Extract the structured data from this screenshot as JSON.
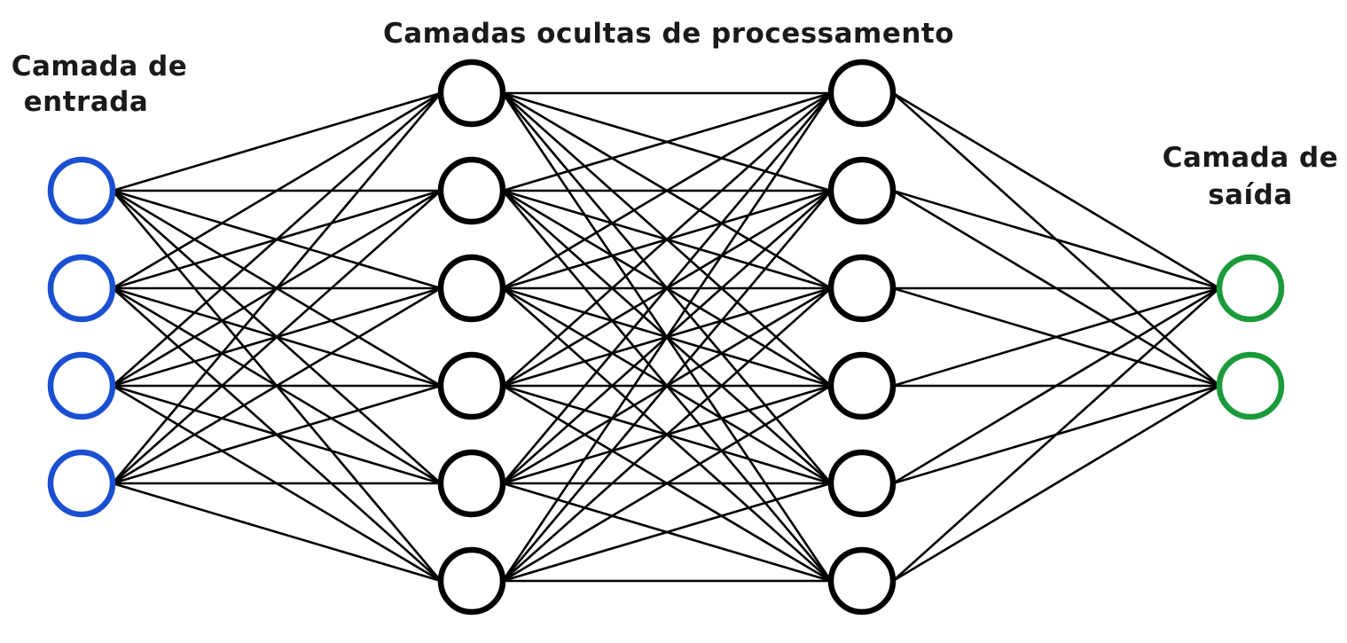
{
  "title": "Camadas ocultas de processamento",
  "input_label": [
    "Camada de",
    "entrada"
  ],
  "output_label": [
    "Camada de",
    "saída"
  ],
  "layers": [
    {
      "name": "input",
      "nodes": 4,
      "color": "#1a4fd1"
    },
    {
      "name": "hidden-1",
      "nodes": 6,
      "color": "#000000"
    },
    {
      "name": "hidden-2",
      "nodes": 6,
      "color": "#000000"
    },
    {
      "name": "output",
      "nodes": 2,
      "color": "#1a9a3a"
    }
  ],
  "connectivity": "fully-connected"
}
